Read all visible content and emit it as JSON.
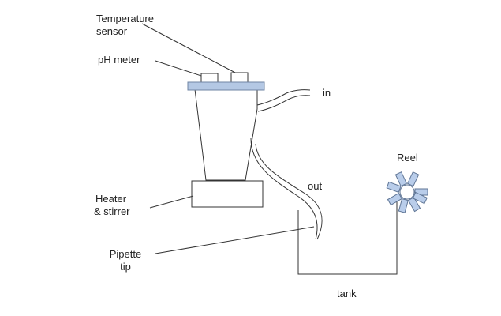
{
  "colors": {
    "line": "#333333",
    "lid_fill": "#b4c8e4",
    "lid_stroke": "#6f84a3",
    "reel_fill": "#b9cdea",
    "reel_stroke": "#5f7595",
    "background": "#ffffff"
  },
  "labels": {
    "temperature_sensor": [
      "Temperature",
      "sensor"
    ],
    "ph_meter": "pH meter",
    "in": "in",
    "reel": "Reel",
    "out": "out",
    "heater_stirrer": [
      "Heater",
      "& stirrer"
    ],
    "pipette_tip": [
      "Pipette",
      "tip"
    ],
    "tank": "tank"
  }
}
